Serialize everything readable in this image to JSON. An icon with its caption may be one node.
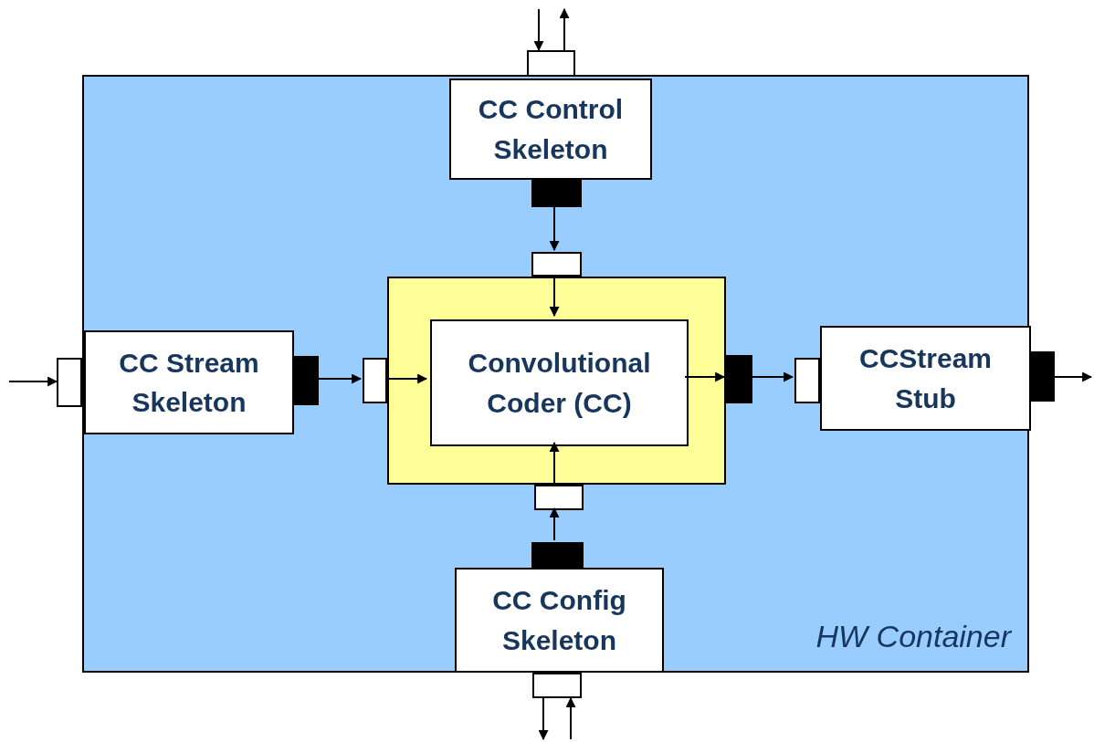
{
  "diagram": {
    "nodes": [
      {
        "text": [
          "HW Container"
        ]
      },
      {
        "text": [
          "CC Control Skeleton"
        ],
        "in": 0
      },
      {
        "text": [
          "CC Stream Skeleton"
        ],
        "in": 0
      },
      {
        "text": [],
        "shape": "box",
        "in": 0
      },
      {
        "text": [
          "Convolutional Coder (CC)"
        ],
        "in": 3
      },
      {
        "text": [
          "CCStream Stub"
        ],
        "in": 0
      },
      {
        "text": [
          "CC Config Skeleton"
        ],
        "in": 0
      },
      {
        "text": [],
        "shape": "box"
      },
      {
        "text": [],
        "shape": "box",
        "in": 0
      },
      {
        "text": [],
        "shape": "box",
        "in": 0
      },
      {
        "text": [],
        "shape": "box"
      },
      {
        "text": [],
        "shape": "box",
        "in": 0
      },
      {
        "text": [],
        "shape": "box",
        "in": 0
      },
      {
        "text": [],
        "shape": "box",
        "in": 0
      },
      {
        "text": [],
        "shape": "box",
        "in": 0
      },
      {
        "text": [],
        "shape": "box"
      },
      {
        "text": [],
        "shape": "box",
        "in": 0
      },
      {
        "text": [],
        "shape": "box",
        "in": 0
      },
      {
        "text": [],
        "shape": "box"
      }
    ],
    "edges": [
      {
        "from": null,
        "to": 7,
        "arrow": "to"
      },
      {
        "from": 7,
        "to": null,
        "arrow": "to"
      },
      {
        "from": 8,
        "to": 9,
        "arrow": "to"
      },
      {
        "from": 9,
        "to": 4,
        "arrow": "to"
      },
      {
        "from": null,
        "to": 10,
        "arrow": "to"
      },
      {
        "from": 11,
        "to": 12,
        "arrow": "to"
      },
      {
        "from": 12,
        "to": 4,
        "arrow": "to"
      },
      {
        "from": 4,
        "to": 13,
        "arrow": "to"
      },
      {
        "from": 13,
        "to": 14,
        "arrow": "to"
      },
      {
        "from": 15,
        "to": null,
        "arrow": "to"
      },
      {
        "from": 17,
        "to": 16,
        "arrow": "to"
      },
      {
        "from": 16,
        "to": 4,
        "arrow": "to"
      },
      {
        "from": 18,
        "to": null,
        "arrow": "to"
      },
      {
        "from": null,
        "to": 18,
        "arrow": "to"
      }
    ]
  }
}
